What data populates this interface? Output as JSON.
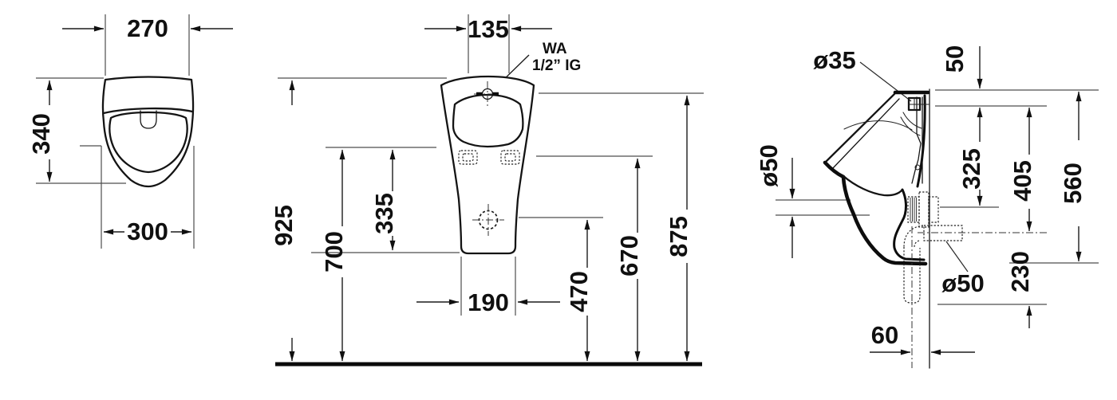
{
  "colors": {
    "background": "#ffffff",
    "ceramic_line": "#141414",
    "dimension_line": "#4d4d4d",
    "text": "#101010"
  },
  "views": {
    "top": {
      "label_width_top": "270",
      "label_depth": "340",
      "label_width_max": "300"
    },
    "front": {
      "label_inlet_width": "135",
      "inlet_note_line1": "WA",
      "inlet_note_line2": "1/2” IG",
      "label_height_total": "925",
      "label_height_rim": "700",
      "label_rim_to_bottom": "335",
      "label_width_bottom": "190",
      "label_height_drain": "470",
      "label_height_body_bottom": "670",
      "label_height_top_edge": "875"
    },
    "side": {
      "label_inlet_dia": "ø35",
      "label_top_to_rim": "50",
      "label_spigot_dia": "ø50",
      "label_rim_to_spigot": "325",
      "label_rim_to_outlet": "405",
      "label_top_to_fixing": "560",
      "label_outlet_to_bottom": "230",
      "label_outlet_dia": "ø50",
      "label_pipe_offset": "60"
    }
  }
}
